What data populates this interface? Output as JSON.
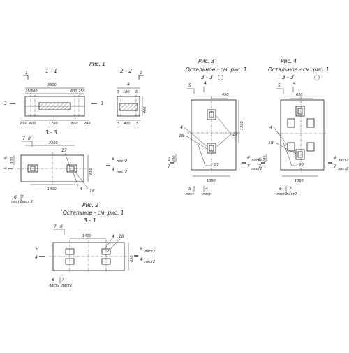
{
  "figures": {
    "fig1": {
      "title": "Рис. 1",
      "section_1_1": "1 - 1",
      "section_2_2": "2 - 2",
      "section_3_3": "3 - 3",
      "cut_1": "1",
      "cut_2": "2",
      "cut_3": "3",
      "dim_total": "3300",
      "dims_top": [
        "250",
        "600",
        "600",
        "250"
      ],
      "dims_bottom": [
        "200",
        "600",
        "1700",
        "600",
        "200"
      ],
      "dim_a": "a",
      "dims_2_2_top": [
        "5",
        "180",
        "5"
      ],
      "dims_2_2_bottom": [
        "5",
        "400",
        "5"
      ],
      "dim_2_2_side": "400",
      "plan_dim_top": "2300",
      "plan_dim_bottom": "1400",
      "plan_dim_side": "650",
      "plan_dim_left": "100",
      "callouts": [
        "7",
        "8",
        "17",
        "4",
        "18"
      ],
      "side_5": "5",
      "side_5_sheet": "лист2",
      "side_4": "4",
      "side_4_sheet": "лист2",
      "left_6": "6",
      "left_4": "4",
      "bottom_6": "6",
      "bottom_6_sheet": "лист2",
      "bottom_7": "7",
      "bottom_7_sheet": "лист 2"
    },
    "fig2": {
      "title": "Рис. 2",
      "note": "Остальное - см. рис. 1",
      "section": "3 - 3",
      "dim_top": "1400",
      "dim_side": "650",
      "callouts": [
        "7",
        "8",
        "4",
        "18"
      ],
      "side_5": "5",
      "side_5_sheet": "лист2",
      "side_4": "4",
      "side_4_sheet": "лист2",
      "left_5": "5",
      "left_4": "4",
      "bottom_6": "6",
      "bottom_6_sheet": "лист2",
      "bottom_7": "7",
      "bottom_7_sheet": "лист2"
    },
    "fig3": {
      "title": "Рис. 3",
      "note": "Остальное - см. рис. 1",
      "section": "3 - 3",
      "top_5": "5",
      "top_4": "4",
      "dim_top": "450",
      "dim_side": "1300",
      "dim_left": "590",
      "dim_bottom": "1380",
      "callouts": [
        "4",
        "18",
        "17",
        "17"
      ],
      "left_6": "6",
      "left_7": "7",
      "right_6": "6",
      "right_6_sheet": "лист2",
      "right_7": "7",
      "right_7_sheet": "лист2",
      "bottom_5": "5",
      "bottom_5_sheet": "лист",
      "bottom_4": "4",
      "bottom_4_sheet": "лист"
    },
    "fig4": {
      "title": "Рис. 4",
      "note": "Остальное - см. рис. 1",
      "section": "3 - 3",
      "top_5": "5",
      "top_4": "4",
      "dim_top": "650",
      "dim_left": "590",
      "dim_bottom": "1380",
      "callouts": [
        "4",
        "18",
        "17"
      ],
      "left_6": "6",
      "left_7": "7",
      "right_6": "6",
      "right_6_sheet": "лист2",
      "right_7": "7",
      "right_7_sheet": "лист2",
      "bottom_6": "6",
      "bottom_6_sheet": "лист2",
      "bottom_7": "7",
      "bottom_7_sheet": "лист2"
    }
  }
}
